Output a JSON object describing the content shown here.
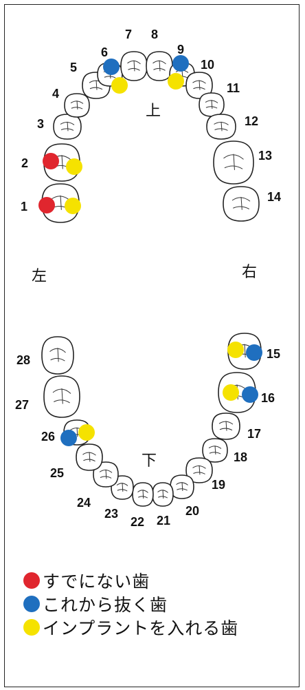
{
  "labels": {
    "upper": "上",
    "lower": "下",
    "left": "左",
    "right": "右"
  },
  "colors": {
    "red": "#e0262e",
    "blue": "#1f6fbf",
    "yellow": "#f5e200"
  },
  "upper_teeth": [
    {
      "num": "1",
      "marks": [
        "red",
        "yellow"
      ]
    },
    {
      "num": "2",
      "marks": [
        "red",
        "yellow"
      ]
    },
    {
      "num": "3",
      "marks": []
    },
    {
      "num": "4",
      "marks": []
    },
    {
      "num": "5",
      "marks": []
    },
    {
      "num": "6",
      "marks": [
        "blue",
        "yellow"
      ]
    },
    {
      "num": "7",
      "marks": []
    },
    {
      "num": "8",
      "marks": []
    },
    {
      "num": "9",
      "marks": [
        "blue",
        "yellow"
      ]
    },
    {
      "num": "10",
      "marks": []
    },
    {
      "num": "11",
      "marks": []
    },
    {
      "num": "12",
      "marks": []
    },
    {
      "num": "13",
      "marks": []
    },
    {
      "num": "14",
      "marks": []
    }
  ],
  "lower_teeth": [
    {
      "num": "15",
      "marks": [
        "yellow",
        "blue"
      ]
    },
    {
      "num": "16",
      "marks": [
        "yellow",
        "blue"
      ]
    },
    {
      "num": "17",
      "marks": []
    },
    {
      "num": "18",
      "marks": []
    },
    {
      "num": "19",
      "marks": []
    },
    {
      "num": "20",
      "marks": []
    },
    {
      "num": "21",
      "marks": []
    },
    {
      "num": "22",
      "marks": []
    },
    {
      "num": "23",
      "marks": []
    },
    {
      "num": "24",
      "marks": []
    },
    {
      "num": "25",
      "marks": []
    },
    {
      "num": "26",
      "marks": [
        "blue",
        "yellow"
      ]
    },
    {
      "num": "27",
      "marks": []
    },
    {
      "num": "28",
      "marks": []
    }
  ],
  "legend": [
    {
      "color": "#e0262e",
      "text": "すでにない歯"
    },
    {
      "color": "#1f6fbf",
      "text": "これから抜く歯"
    },
    {
      "color": "#f5e200",
      "text": "インプラントを入れる歯"
    }
  ]
}
